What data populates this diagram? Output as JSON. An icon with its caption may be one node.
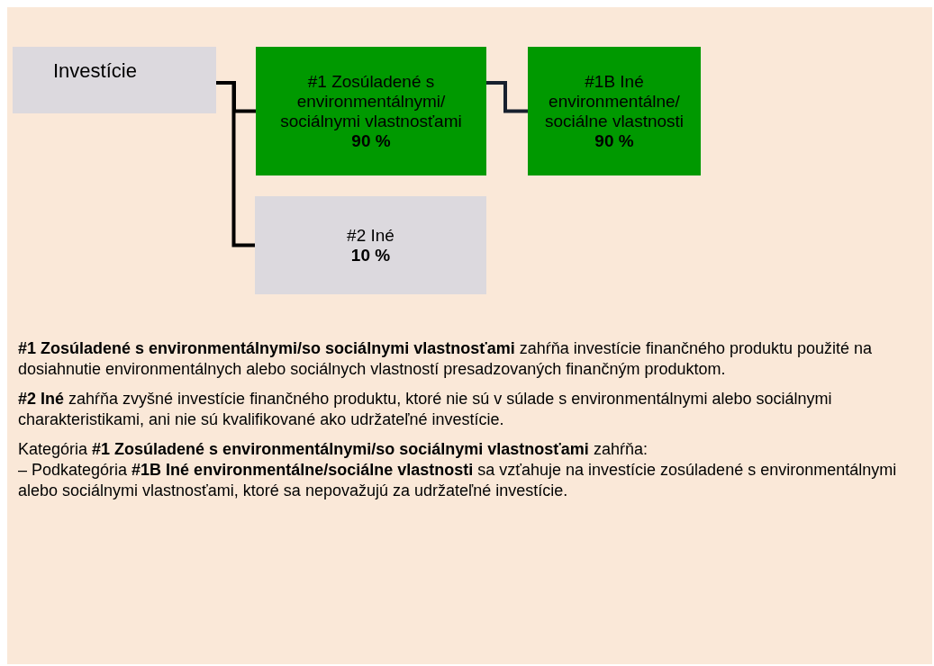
{
  "diagram": {
    "nodes": [
      {
        "text": [
          "Investície"
        ]
      },
      {
        "text": [
          "#1 Zosúladené s environmentálnymi/ sociálnymi vlastnosťami",
          "90 %"
        ]
      },
      {
        "text": [
          "#1B Iné environmentálne/ sociálne vlastnosti",
          "90 %"
        ]
      },
      {
        "text": [
          "#2 Iné",
          "10 %"
        ]
      }
    ],
    "edges": [
      {
        "from": 0,
        "to": 1,
        "arrow": "none"
      },
      {
        "from": 0,
        "to": 3,
        "arrow": "none"
      },
      {
        "from": 1,
        "to": 2,
        "arrow": "none",
        "color": "#17202e"
      }
    ],
    "labels": [
      "**#1 Zosúladené s environmentálnymi/so sociálnymi vlastnosťami** zahŕňa investície finančného produktu použité na dosiahnutie environmentálnych alebo sociálnych vlastností presadzovaných finančným produktom.",
      "**#2 Iné** zahŕňa zvyšné investície finančného produktu, ktoré nie sú v súlade s environmentálnymi alebo sociálnymi charakteristikami, ani nie sú kvalifikované ako udržateľné investície.",
      "Kategória **#1 Zosúladené s environmentálnymi/so sociálnymi vlastnosťami** zahŕňa:",
      "– Podkategória **#1B Iné environmentálne/sociálne vlastnosti** sa vzťahuje na investície zosúladené s environmentálnymi alebo sociálnymi vlastnosťami, ktoré sa nepovažujú za udržateľné investície."
    ]
  }
}
